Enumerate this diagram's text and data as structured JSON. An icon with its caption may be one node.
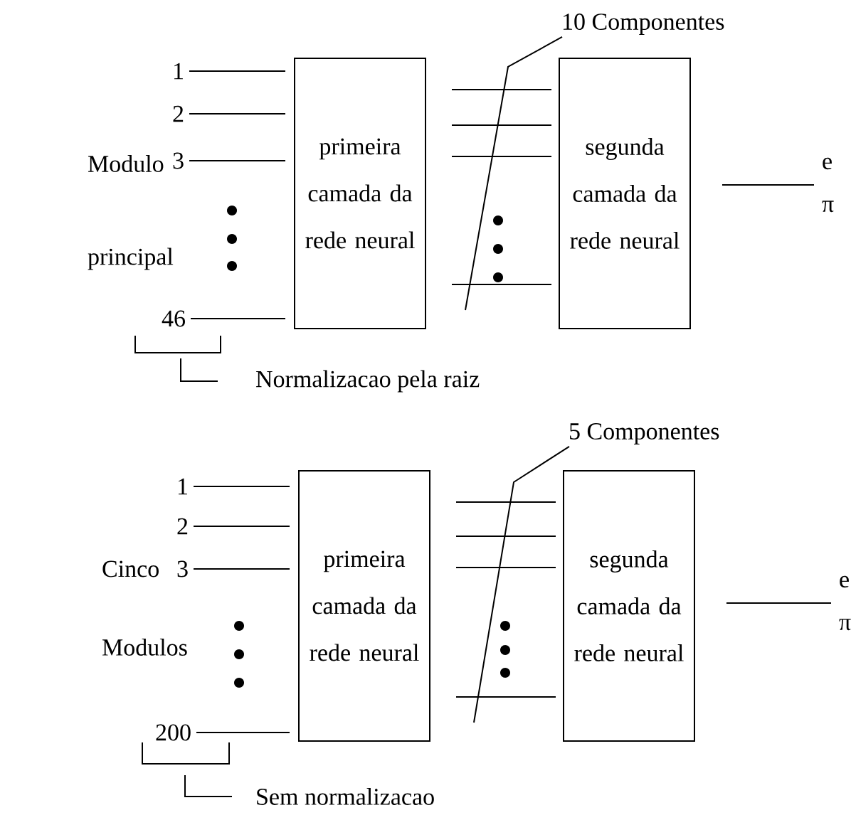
{
  "diagram": {
    "nodes": [
      {
        "text": [
          "primeira camada da rede neural"
        ]
      },
      {
        "text": [
          "segunda camada da rede neural"
        ]
      },
      {
        "text": [
          "1"
        ]
      },
      {
        "text": [
          "2"
        ]
      },
      {
        "text": [
          "3"
        ]
      },
      {
        "text": [
          "46"
        ]
      },
      {
        "text": [
          "e π"
        ]
      },
      {
        "text": [
          "10 Componentes"
        ]
      },
      {
        "text": [
          "primeira camada da rede neural"
        ]
      },
      {
        "text": [
          "segunda camada da rede neural"
        ]
      },
      {
        "text": [
          "1"
        ]
      },
      {
        "text": [
          "2"
        ]
      },
      {
        "text": [
          "3"
        ]
      },
      {
        "text": [
          "200"
        ]
      },
      {
        "text": [
          "e π"
        ]
      },
      {
        "text": [
          "5 Componentes"
        ]
      }
    ],
    "edges": [
      {
        "from": 2,
        "to": 0,
        "arrow": "none"
      },
      {
        "from": 3,
        "to": 0,
        "arrow": "none"
      },
      {
        "from": 4,
        "to": 0,
        "arrow": "none"
      },
      {
        "from": 5,
        "to": 0,
        "arrow": "none"
      },
      {
        "from": 0,
        "to": 1,
        "arrow": "none"
      },
      {
        "from": 0,
        "to": 1,
        "arrow": "none"
      },
      {
        "from": 0,
        "to": 1,
        "arrow": "none"
      },
      {
        "from": 0,
        "to": 1,
        "arrow": "none"
      },
      {
        "from": 1,
        "to": 6,
        "arrow": "none"
      },
      {
        "from": 7,
        "to": null,
        "arrow": "none"
      },
      {
        "from": 10,
        "to": 8,
        "arrow": "none"
      },
      {
        "from": 11,
        "to": 8,
        "arrow": "none"
      },
      {
        "from": 12,
        "to": 8,
        "arrow": "none"
      },
      {
        "from": 13,
        "to": 8,
        "arrow": "none"
      },
      {
        "from": 8,
        "to": 9,
        "arrow": "none"
      },
      {
        "from": 8,
        "to": 9,
        "arrow": "none"
      },
      {
        "from": 8,
        "to": 9,
        "arrow": "none"
      },
      {
        "from": 8,
        "to": 9,
        "arrow": "none"
      },
      {
        "from": 9,
        "to": 14,
        "arrow": "none"
      },
      {
        "from": 15,
        "to": null,
        "arrow": "none"
      }
    ],
    "labels": [
      "Modulo",
      "principal",
      "Normalizacao pela raiz",
      "Cinco",
      "Modulos",
      "Sem normalizacao"
    ]
  }
}
